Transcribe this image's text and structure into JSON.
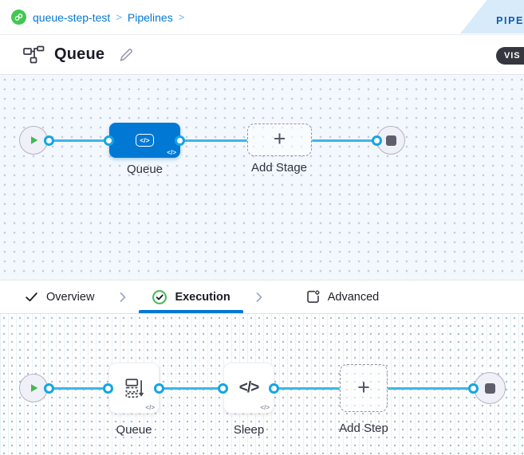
{
  "breadcrumb": {
    "project": "queue-step-test",
    "pipelines": "Pipelines",
    "sep": ">"
  },
  "ribbon": {
    "label": "PIPE"
  },
  "header": {
    "title": "Queue",
    "mode_badge": "VIS"
  },
  "stage_canvas": {
    "queue_stage_label": "Queue",
    "add_stage_label": "Add Stage"
  },
  "tabs": [
    {
      "label": "Overview",
      "icon": "check-icon",
      "active": false
    },
    {
      "label": "Execution",
      "icon": "check-circle-icon",
      "active": true
    },
    {
      "label": "Advanced",
      "icon": "advanced-gear-icon",
      "active": false
    }
  ],
  "step_canvas": {
    "queue_step_label": "Queue",
    "sleep_step_label": "Sleep",
    "add_step_label": "Add Step"
  },
  "glyphs": {
    "plus": "+",
    "code": "</>"
  },
  "colors": {
    "accent_blue": "#0278d5",
    "edge_blue": "#3db6e8",
    "success_green": "#3fbb4e",
    "brand_green": "#43c753",
    "badge_dark": "#35363f"
  }
}
